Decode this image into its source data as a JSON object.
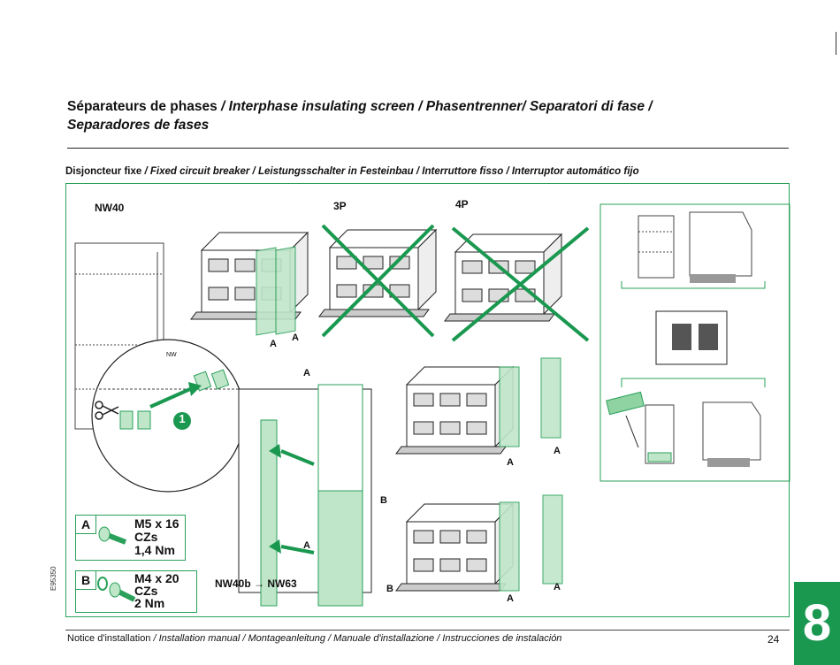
{
  "header": {
    "title_fr": "Séparateurs de phases",
    "title_rest": " / Interphase insulating screen / Phasentrenner/ Separatori di fase /",
    "title_line2": "Separadores de fases"
  },
  "section": {
    "label_fr": "Disjoncteur fixe",
    "label_rest": " / Fixed circuit breaker / Leistungsschalter in Festeinbau / Interruttore fisso / Interruptor automático fijo"
  },
  "figure": {
    "model_nw40": "NW40",
    "config_3p": "3P",
    "config_4p": "4P",
    "range": "NW40b → NW63",
    "step": "1",
    "marker_a": "A",
    "marker_b": "B",
    "nw_small": "NW",
    "spec_a": {
      "key": "A",
      "line1": "M5 x 16",
      "line2": "CZs",
      "line3": "1,4 Nm"
    },
    "spec_b": {
      "key": "B",
      "line1": "M4 x 20",
      "line2": "CZs",
      "line3": "2 Nm"
    },
    "figure_code": "E95350"
  },
  "footer": {
    "label_fr": "Notice d'installation",
    "label_rest": " / Installation manual / Montageanleitung / Manuale d'installazione / Instrucciones de instalación",
    "page": "24"
  },
  "chapter_tab": "8",
  "colors": {
    "accent": "#1a9850",
    "screen_fill": "#bfe6c9",
    "line": "#2aa05a"
  }
}
